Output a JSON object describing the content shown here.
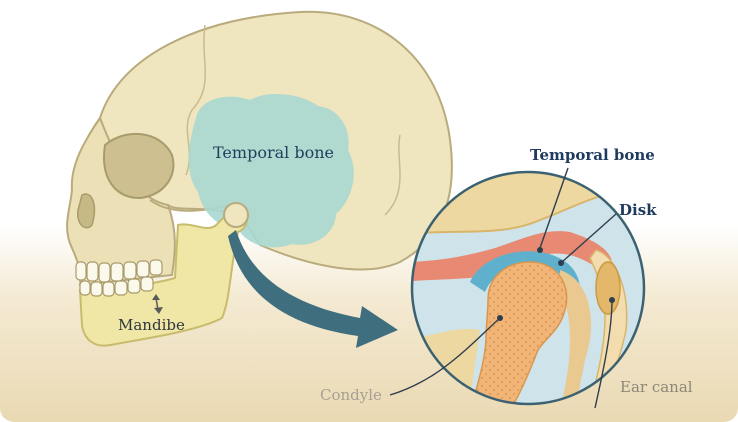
{
  "labels": {
    "temporal_bone_skull": "Temporal bone",
    "mandible": "Mandibe",
    "temporal_bone_inset": "Temporal bone",
    "disk": "Disk",
    "condyle": "Condyle",
    "ear_canal": "Ear canal"
  },
  "colors": {
    "skull": "#efe5bf",
    "skull_shadow": "#d9cc9a",
    "temporal_region": "#a9d7d2",
    "mandible": "#f0e7a6",
    "arrow": "#3f6f7f",
    "inset_bg": "#cfe3ea",
    "disk": "#5fb0cc",
    "condyle": "#f0b577",
    "temporal_inset": "#e88a73"
  }
}
